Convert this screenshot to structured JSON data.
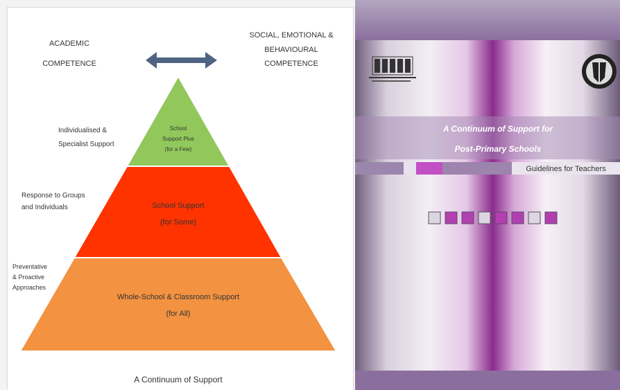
{
  "pyramid": {
    "left_heading": [
      "ACADEMIC",
      "COMPETENCE"
    ],
    "right_heading": [
      "SOCIAL, EMOTIONAL &",
      "BEHAVIOURAL",
      "COMPETENCE"
    ],
    "tiers": [
      {
        "lines": [
          "School",
          "Support Plus",
          "(for a Few)"
        ],
        "color": "#92c85b",
        "side_label": [
          "Individualised &",
          "Specialist Support"
        ]
      },
      {
        "lines": [
          "School Support",
          "(for Some)"
        ],
        "color": "#ff3300",
        "side_label": [
          "Response to Groups",
          "and Individuals"
        ]
      },
      {
        "lines": [
          "Whole-School & Classroom Support",
          "(for All)"
        ],
        "color": "#f39241",
        "side_label": [
          "Preventative",
          "& Proactive",
          "Approaches"
        ]
      }
    ],
    "caption": "A Continuum of Support",
    "arrow_color": "#4f6482"
  },
  "cover": {
    "title_lines": [
      "A Continuum of Support for",
      "Post-Primary Schools"
    ],
    "subtitle": "Guidelines for Teachers",
    "squares": [
      "light",
      "purple",
      "purple",
      "light",
      "purple",
      "purple",
      "light",
      "purple"
    ],
    "colors": {
      "purple": "#b23fb0",
      "light": "#dcd6e0",
      "band": "#8a6f9e"
    },
    "left_logo": "department-building-logo-icon",
    "right_logo": "crest-seal-icon"
  }
}
